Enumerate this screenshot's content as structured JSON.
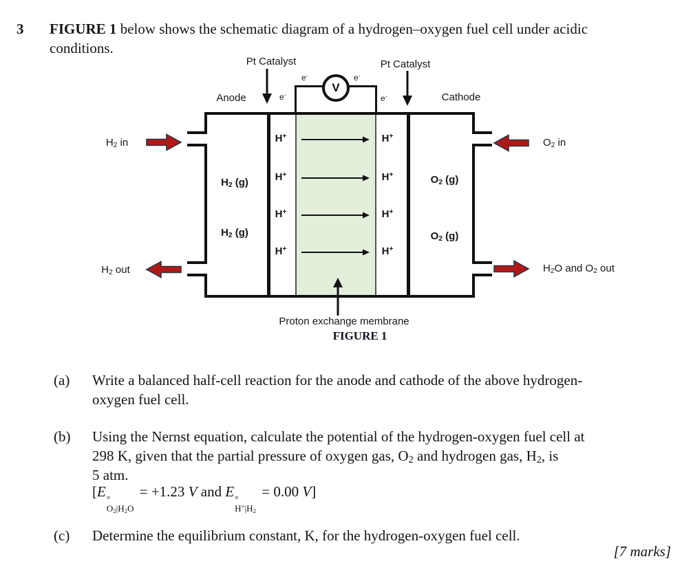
{
  "question": {
    "number": "3",
    "intro_bold": "FIGURE 1",
    "intro_rest": " below shows the schematic diagram of a hydrogen–oxygen fuel cell under acidic",
    "intro_line2": "conditions."
  },
  "diagram": {
    "pt_catalyst_left": "Pt Catalyst",
    "pt_catalyst_right": "Pt Catalyst",
    "anode": "Anode",
    "cathode": "Cathode",
    "voltmeter": "V",
    "electron": "e^{-}",
    "h2_in": "H_{2} in",
    "h2_out": "H_{2} out",
    "o2_in": "O_{2} in",
    "h2o_o2_out": "H_{2}O and O_{2} out",
    "h2_gas": "H_{2} (g)",
    "o2_gas": "O_{2} (g)",
    "h_plus": "H^{+}",
    "membrane_label": "Proton exchange membrane",
    "figure_caption": "FIGURE 1",
    "colors": {
      "membrane_fill": "#e3efdb",
      "membrane_border": "#4d564d",
      "red_arrow_fill": "#b11818",
      "red_arrow_outline": "#2f3542",
      "line": "#111111"
    }
  },
  "parts": {
    "a": {
      "label": "(a)",
      "line1": "Write a balanced half-cell reaction for the anode and cathode of the above hydrogen-",
      "line2": "oxygen fuel cell."
    },
    "b": {
      "label": "(b)",
      "line1": "Using the Nernst equation, calculate the potential of the hydrogen-oxygen fuel cell at",
      "line2": "298 K, given that the partial pressure of oxygen gas, O_{2} and hydrogen gas, H_{2}, is",
      "line3": "5 atm.",
      "equation_parts": [
        {
          "t": "["
        },
        {
          "t": "E",
          "style": "italic",
          "sup": "°",
          "sub": "O_{2}|H_{2}O"
        },
        {
          "t": " = +1.23 "
        },
        {
          "t": "V",
          "style": "italic"
        },
        {
          "t": " and "
        },
        {
          "t": "E",
          "style": "italic",
          "sup": "°",
          "sub": "H^{+}|H_{2}"
        },
        {
          "t": " = 0.00 "
        },
        {
          "t": "V",
          "style": "italic"
        },
        {
          "t": "]"
        }
      ]
    },
    "c": {
      "label": "(c)",
      "line1": "Determine the equilibrium constant, K, for the hydrogen-oxygen fuel cell."
    },
    "marks": "[7 marks]"
  }
}
